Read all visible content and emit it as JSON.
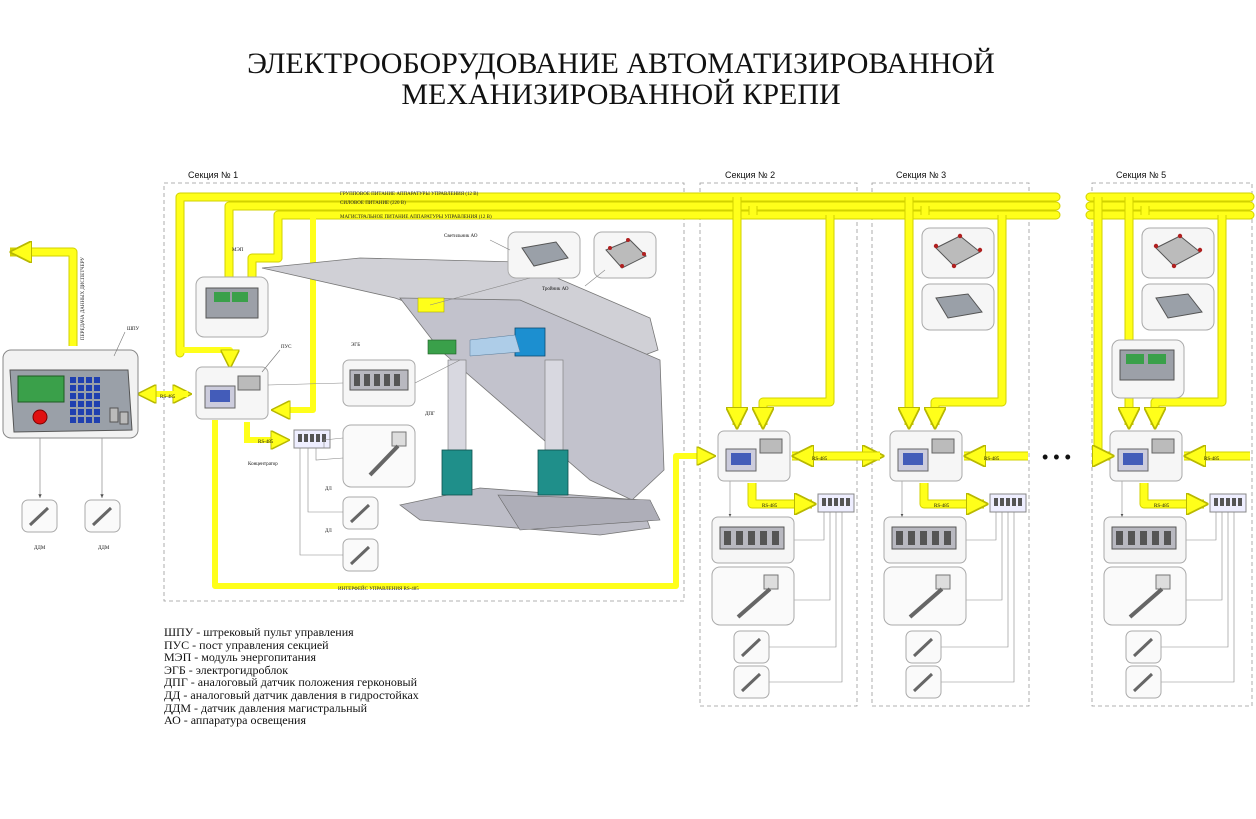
{
  "title": {
    "line1": "ЭЛЕКТРООБОРУДОВАНИЕ АВТОМАТИЗИРОВАННОЙ",
    "line2": "МЕХАНИЗИРОВАННОЙ КРЕПИ"
  },
  "sections": {
    "s1": "Секция № 1",
    "s2": "Секция № 2",
    "s3": "Секция № 3",
    "s5": "Секция № 5"
  },
  "buses": {
    "group_power": "ГРУППОВОЕ ПИТАНИЕ АППАРАТУРЫ УПРАВЛЕНИЯ (12 В)",
    "power": "СИЛОВОЕ ПИТАНИЕ (220 В)",
    "main_power": "МАГИСТРАЛЬНОЕ ПИТАНИЕ АППАРАТУРЫ УПРАВЛЕНИЯ (12 В)",
    "interface": "ИНТЕРФЕЙС УПРАВЛЕНИЯ RS-485",
    "data_transfer": "ПЕРЕДАЧА ДАННЫХ ДИСПЕТЧЕРУ",
    "rs485": "RS-485"
  },
  "labels": {
    "shpu": "ШПУ",
    "mep": "МЭП",
    "pus": "ПУС",
    "egb": "ЭГБ",
    "dpg": "ДПГ",
    "dl": "ДЛ",
    "ddm": "ДДМ",
    "concentrator": "Концентратор",
    "lamp": "Светильник АО",
    "tee": "Тройник АО"
  },
  "ellipsis": "• • •",
  "legend": [
    "ШПУ - штрековый пульт управления",
    "ПУС - пост управления секцией",
    "МЭП - модуль энергопитания",
    "ЭГБ - электрогидроблок",
    "ДПГ - аналоговый датчик положения герконовый",
    "ДД - аналоговый датчик давления в гидростойках",
    "ДДМ - датчик давления магистральный",
    "АО - аппаратура освещения"
  ],
  "colors": {
    "bus_yellow": "#ffff1a",
    "bus_edge": "#c8c800",
    "display_green": "#3aa04a",
    "keypad_blue": "#2040b0",
    "button_red": "#e01010",
    "hydraulic_teal": "#1f8f8a",
    "valve_blue": "#1c8fd0"
  }
}
